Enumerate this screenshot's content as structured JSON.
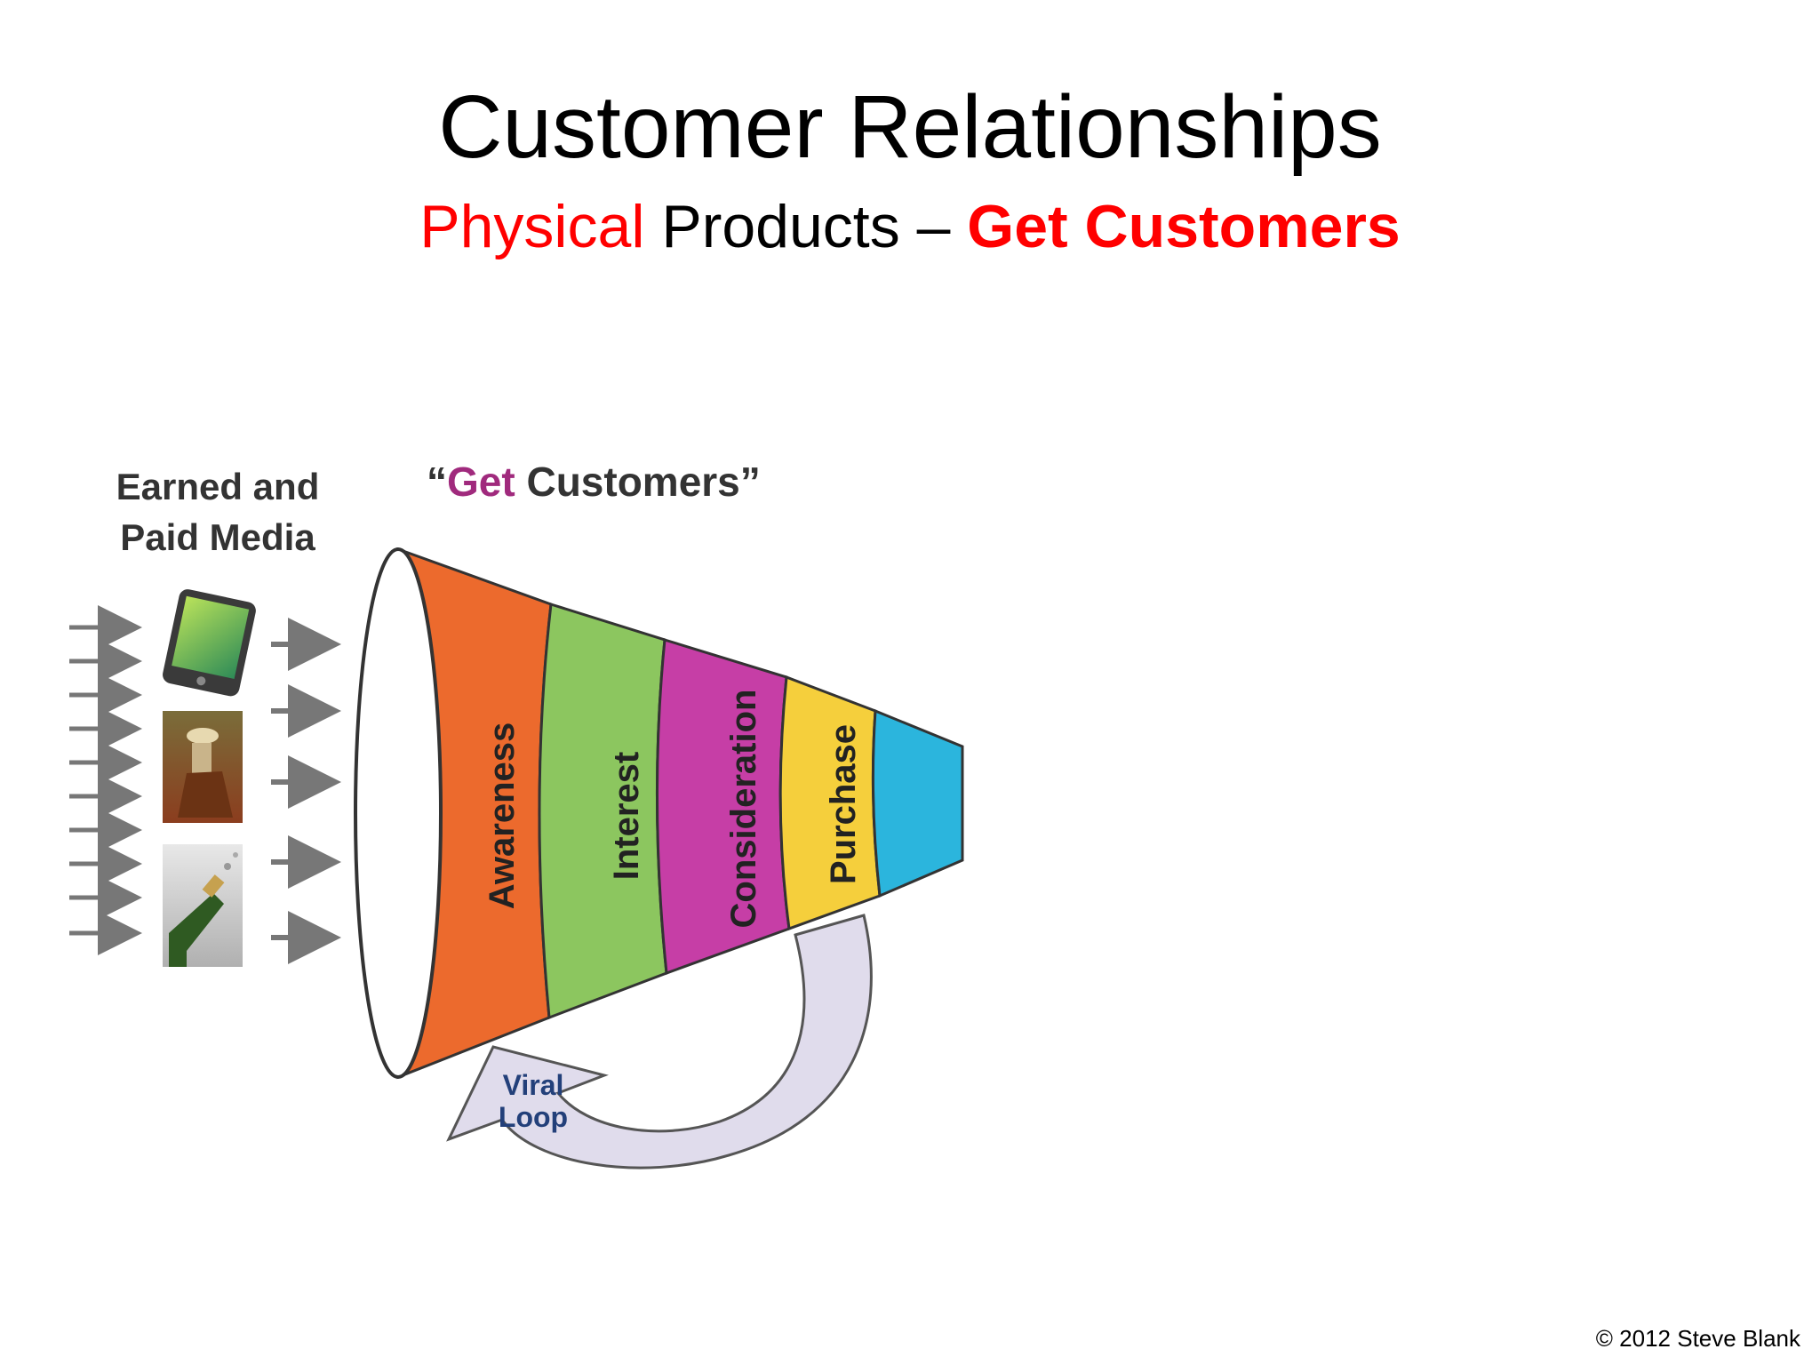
{
  "title": "Customer Relationships",
  "subtitle": {
    "part1": "Physical",
    "part2": " Products – ",
    "part3": "Get Customers"
  },
  "media_heading": {
    "line1": "Earned and",
    "line2": "Paid Media"
  },
  "funnel_heading": {
    "open_quote": "“",
    "accent": "Get",
    "rest": " Customers”"
  },
  "funnel_stages": [
    {
      "label": "Awareness",
      "color": "#ec6a2d"
    },
    {
      "label": "Interest",
      "color": "#8cc65f"
    },
    {
      "label": "Consideration",
      "color": "#c63ea6"
    },
    {
      "label": "Purchase",
      "color": "#f5cf3c"
    },
    {
      "label": "",
      "color": "#2bb5dd"
    }
  ],
  "viral_loop": {
    "line1": "Viral",
    "line2": "Loop"
  },
  "media_icons": [
    "tablet-device-icon",
    "cowboy-horse-photo",
    "champagne-bottle-photo"
  ],
  "copyright": "© 2012 Steve Blank"
}
